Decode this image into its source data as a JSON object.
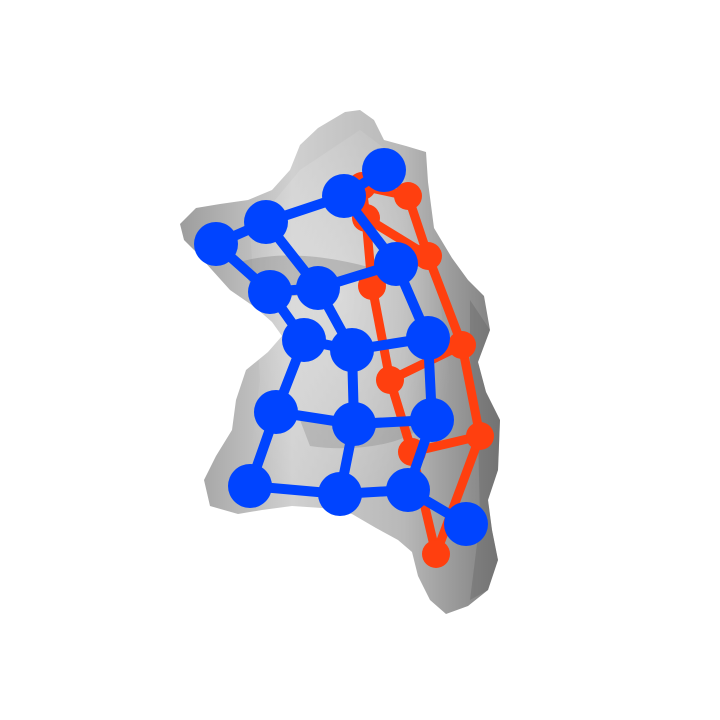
{
  "colors": {
    "background": "#ffffff",
    "surface_light": "#d2d2d2",
    "surface_mid": "#a8a8a8",
    "surface_dark": "#6f6f6f",
    "blue": "#0044ff",
    "orange": "#ff3f0f"
  },
  "icons": {
    "surface": "gray-molecular-surface",
    "front_graph": "blue-node-link-graph",
    "back_graph": "orange-node-link-graph"
  }
}
